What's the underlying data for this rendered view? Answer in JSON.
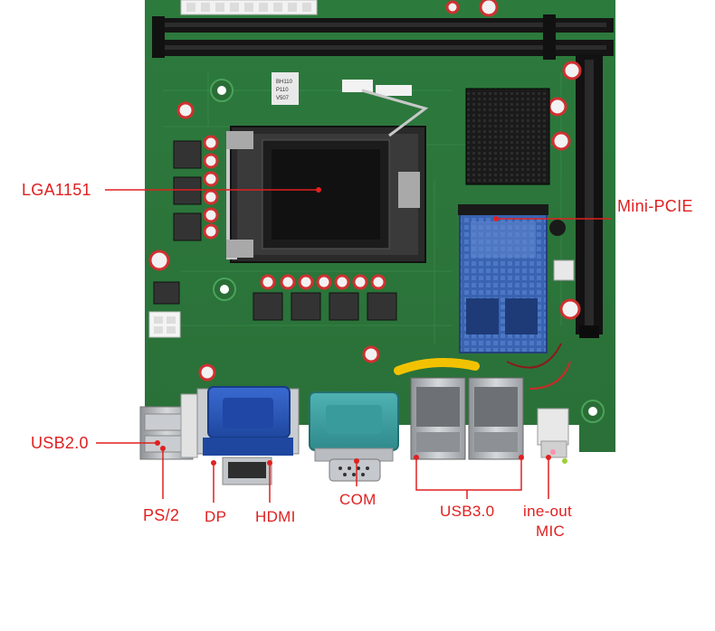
{
  "labels": {
    "lga": "LGA1151",
    "mini_pcie": "Mini-PCIE",
    "usb2": "USB2.0",
    "ps2": "PS/2",
    "dp": "DP",
    "hdmi": "HDMI",
    "com": "COM",
    "usb3": "USB3.0",
    "line_out": "ine-out",
    "mic": "MIC"
  },
  "board_markings": {
    "silk_1": "BH110",
    "silk_2": "P110",
    "silk_3": "V507"
  },
  "colors": {
    "label": "#e02020",
    "pcb": "#2f7a3c",
    "vga_port": "#2b59b8",
    "com_port": "#3f9ea0",
    "usb_metal": "#b9bcc0",
    "mini_pcie_card": "#3a63b0",
    "socket": "#1c1c1c"
  }
}
